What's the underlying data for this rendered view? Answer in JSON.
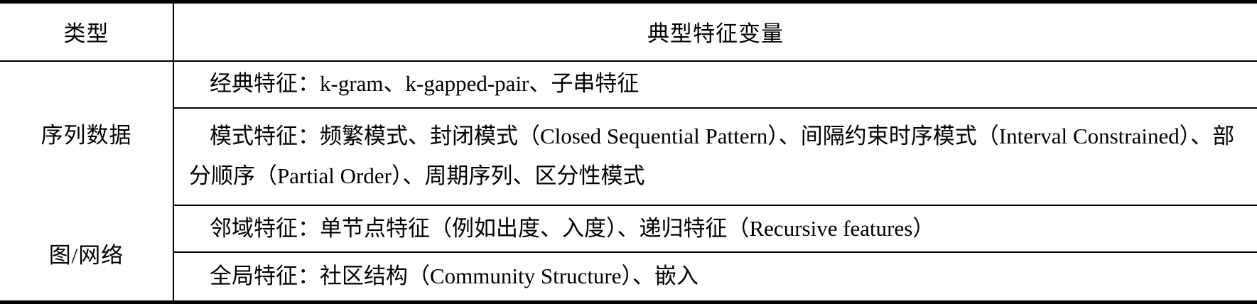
{
  "table": {
    "header": {
      "type_label": "类型",
      "features_label": "典型特征变量"
    },
    "groups": [
      {
        "type": "序列数据",
        "rows": [
          "经典特征：k-gram、k-gapped-pair、子串特征",
          "模式特征：频繁模式、封闭模式（Closed Sequential Pattern）、间隔约束时序模式（Interval Constrained）、部分顺序（Partial Order）、周期序列、区分性模式"
        ]
      },
      {
        "type": "图/网络",
        "rows": [
          "邻域特征：单节点特征（例如出度、入度）、递归特征（Recursive features）",
          "全局特征：社区结构（Community Structure）、嵌入"
        ]
      }
    ],
    "colors": {
      "border": "#000000",
      "text": "#000000",
      "background": "#ffffff"
    }
  }
}
